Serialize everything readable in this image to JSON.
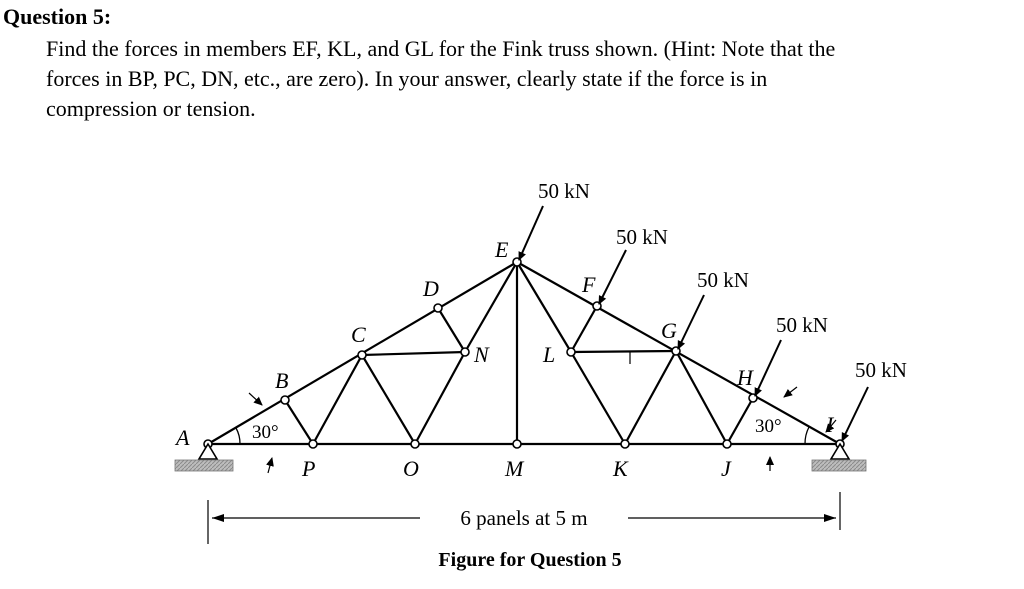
{
  "question": {
    "title": "Question 5:",
    "lines": [
      "Find the forces in members EF, KL, and GL for the Fink truss shown.  (Hint: Note that the",
      "forces in BP, PC, DN, etc., are zero).  In your answer, clearly state if the force is in",
      "compression or tension."
    ]
  },
  "figure": {
    "caption": "Figure for Question 5",
    "span_label": "6 panels at 5 m",
    "angle_labels": [
      "30°",
      "30°"
    ],
    "load_label": "50 kN",
    "node_labels": {
      "A": "A",
      "B": "B",
      "C": "C",
      "D": "D",
      "E": "E",
      "F": "F",
      "G": "G",
      "H": "H",
      "I": "I",
      "J": "J",
      "K": "K",
      "L": "L",
      "M": "M",
      "N": "N",
      "O": "O",
      "P": "P"
    }
  }
}
